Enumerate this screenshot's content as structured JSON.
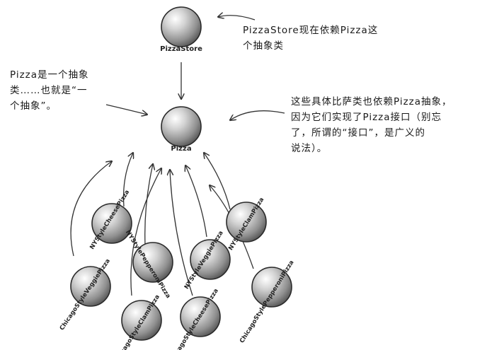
{
  "nodes": {
    "pizza_store": "PizzaStore",
    "pizza": "Pizza",
    "ny_cheese": "NYStyleCheesePizza",
    "ny_clam": "NYStyleClamPizza",
    "ny_pepperoni": "NYStylePepperoniPizza",
    "ny_veggie": "NYStyleVeggiePizza",
    "chicago_veggie": "ChicagoStyleVeggiePizza",
    "chicago_clam": "ChicagoStyleClamPizza",
    "chicago_cheese": "ChicagoStyleCheesePizza",
    "chicago_pepperoni": "ChicagoStylePepperoniPizza"
  },
  "notes": {
    "top": [
      "PizzaStore现在依赖Pizza这",
      "个抽象类"
    ],
    "left": [
      "Pizza是一个抽象",
      "类……也就是“一",
      "个抽象”。"
    ],
    "right": [
      "这些具体比萨类也依赖Pizza抽象，",
      "因为它们实现了Pizza接口（别忘",
      "了，所谓的“接口”，是广义的",
      "说法）。"
    ]
  }
}
